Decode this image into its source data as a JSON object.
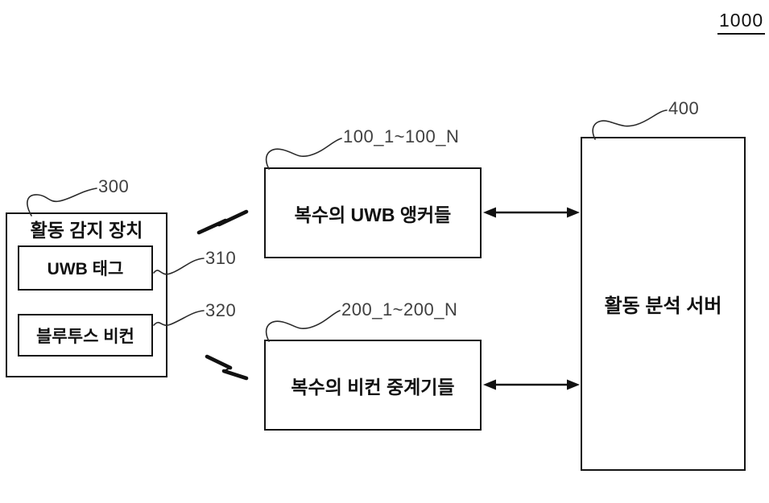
{
  "figure": {
    "ref": "1000"
  },
  "device": {
    "ref": "300",
    "title": "활동 감지 장치",
    "components": [
      {
        "ref": "310",
        "label": "UWB 태그"
      },
      {
        "ref": "320",
        "label": "블루투스 비컨"
      }
    ]
  },
  "uwb_anchors": {
    "ref": "100_1~100_N",
    "label": "복수의 UWB 앵커들"
  },
  "beacon_repeaters": {
    "ref": "200_1~200_N",
    "label": "복수의 비컨 중계기들"
  },
  "server": {
    "ref": "400",
    "label": "활동 분석 서버"
  },
  "icons": {
    "wireless_link": "lightning-bolt-zigzag",
    "server_link": "double-headed-arrow",
    "ref_pointer": "squiggle-leader-line"
  },
  "colors": {
    "line": "#141414",
    "ref_text": "#3f3f3f",
    "background": "#ffffff"
  }
}
